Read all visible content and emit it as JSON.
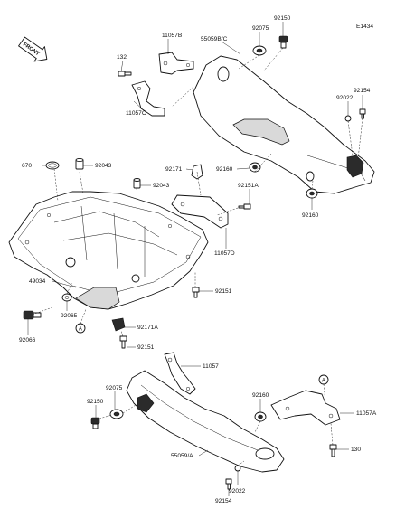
{
  "figure_code": "E1434",
  "front_label": "FRONT",
  "ref_marker": "A",
  "labels": {
    "p92150_top": "92150",
    "p92075_top": "92075",
    "p55059bc": "55059B/C",
    "p11057b": "11057B",
    "p132": "132",
    "p11057c": "11057C",
    "p92022_top": "92022",
    "p92154_top": "92154",
    "p670": "670",
    "p92043_a": "92043",
    "p92043_b": "92043",
    "p92171": "92171",
    "p92160_a": "92160",
    "p92151a": "92151A",
    "p92160_b": "92160",
    "p11057d": "11057D",
    "p49034": "49034",
    "p92151_a": "92151",
    "p92065": "92065",
    "p92066": "92066",
    "p92171a": "92171A",
    "p92151_b": "92151",
    "p11057": "11057",
    "p92075_bot": "92075",
    "p92150_bot": "92150",
    "p92160_c": "92160",
    "p11057a": "11057A",
    "p130": "130",
    "p55059a": "55059/A",
    "p92022_bot": "92022",
    "p92154_bot": "92154"
  }
}
